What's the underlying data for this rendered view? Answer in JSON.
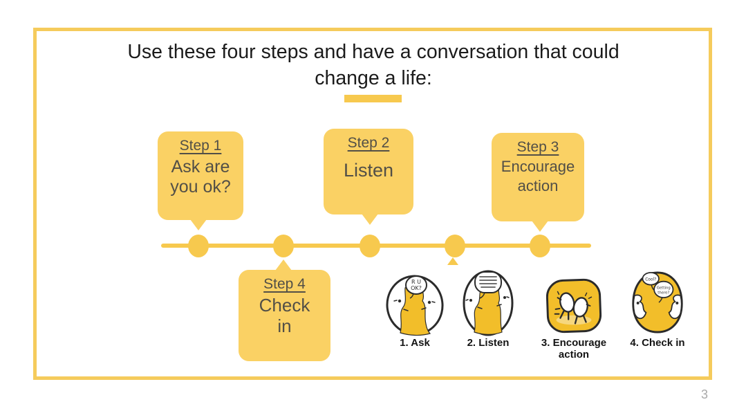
{
  "slide": {
    "title": "Use these four steps and have a conversation that could change a life:",
    "page_number": "3"
  },
  "timeline": {
    "steps": [
      {
        "label": "Step 1",
        "text": "Ask are you ok?"
      },
      {
        "label": "Step 2",
        "text": "Listen"
      },
      {
        "label": "Step 3",
        "text": "Encourage action"
      },
      {
        "label": "Step 4",
        "text": "Check in"
      }
    ]
  },
  "icons": [
    {
      "label": "1. Ask",
      "speech1": "R U",
      "speech2": "OK?"
    },
    {
      "label": "2. Listen"
    },
    {
      "label": "3. Encourage action"
    },
    {
      "label": "4. Check in",
      "speech1": "Cool?",
      "speech2": "Getting",
      "speech3": "there?"
    }
  ],
  "colors": {
    "border_yellow": "#F5CB5C",
    "line_yellow": "#F7C94E",
    "bubble_yellow": "#FAD164",
    "icon_yellow": "#F2BE2A",
    "bubble_text": "#524F47",
    "title_text": "#1B1B1B",
    "page_number_gray": "#A9A9A9"
  }
}
